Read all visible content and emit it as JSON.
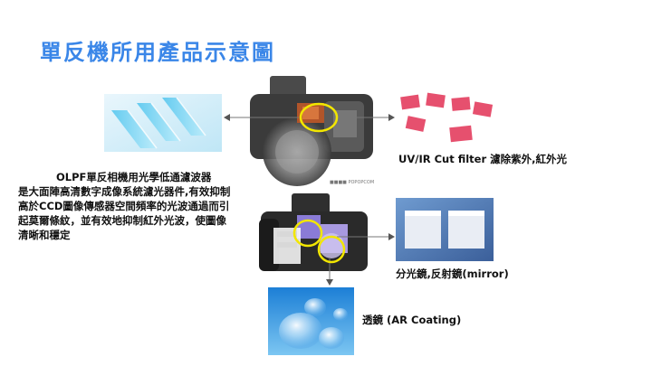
{
  "title": "單反機所用產品示意圖",
  "olpf": {
    "heading": "OLPF單反相機用光學低通濾波器",
    "lines": [
      "是大面陣高清數字成像系統濾光器件,有效抑制",
      "高於CCD圖像傳感器空間頻率的光波通過而引",
      "起莫爾條紋，並有效地抑制紅外光波，使圖像",
      "清晰和穩定"
    ]
  },
  "labels": {
    "uvir": "UV/IR Cut filter 濾除紫外,紅外光",
    "mirror": "分光鏡,反射鏡(mirror)",
    "lens": "透鏡 (AR Coating)"
  },
  "colors": {
    "title": "#3a86e8",
    "highlight_circle": "#f2e600",
    "uvir_filter": "#e6506e",
    "olpf_glass": "#7fd4f2"
  }
}
